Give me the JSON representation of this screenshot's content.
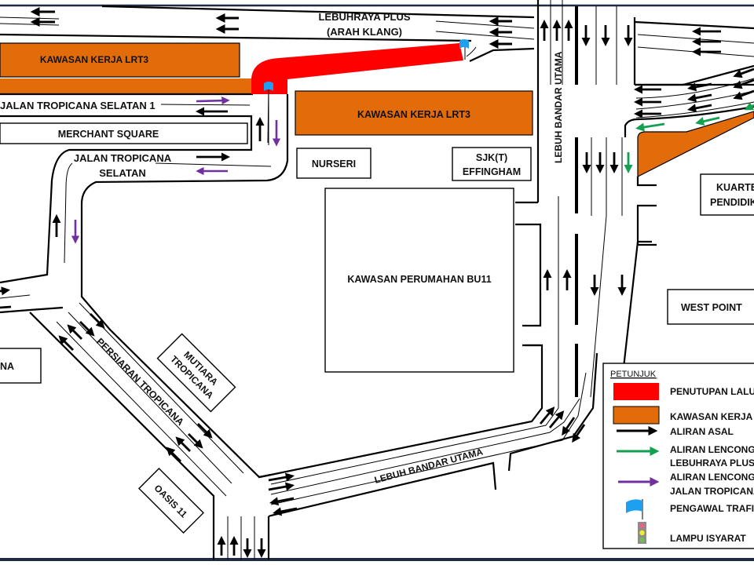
{
  "title": "Pelan Penutupan Laluan - Kawasan Kerja LRT3",
  "colors": {
    "closure": "#FF0000",
    "work_zone": "#E36C0A",
    "original_flow": "#000000",
    "diversion_plus": "#13A050",
    "diversion_tropicana": "#7030A0",
    "traffic_warden_flag": "#1EA0F0",
    "frame": "#1F2A44"
  },
  "roads": {
    "lebuhraya_plus_line1": "LEBUHRAYA PLUS",
    "lebuhraya_plus_line2": "(ARAH KLANG)",
    "jalan_tropicana_selatan_1": "JALAN TROPICANA SELATAN 1",
    "jalan_tropicana_selatan_line1": "JALAN TROPICANA",
    "jalan_tropicana_selatan_line2": "SELATAN",
    "lebuh_bandar_utama_vertical": "LEBUH BANDAR UTAMA",
    "lebuh_bandar_utama_bottom": "LEBUH BANDAR UTAMA",
    "persiaran_tropicana": "PERSIARAN TROPICANA"
  },
  "areas": {
    "work_zone_left": "KAWASAN KERJA LRT3",
    "work_zone_center": "KAWASAN KERJA LRT3",
    "merchant_square": "MERCHANT SQUARE",
    "nurseri": "NURSERI",
    "sjkt_line1": "SJK(T)",
    "sjkt_line2": "EFFINGHAM",
    "perumahan_bu11": "KAWASAN PERUMAHAN  BU11",
    "kuarters_line1": "KUARTERS",
    "kuarters_line2": "PENDIDIKAN",
    "west_point": "WEST POINT",
    "left_partial": "NA",
    "mutiara_line1": "MUTIARA",
    "mutiara_line2": "TROPICANA",
    "oasis": "OASIS 11"
  },
  "legend": {
    "title": "PETUNJUK",
    "items": [
      {
        "key": "closure",
        "icon": "red-box",
        "label": "PENUTUPAN LALUAN"
      },
      {
        "key": "work_zone",
        "icon": "orange-box",
        "label": "KAWASAN KERJA LRT3"
      },
      {
        "key": "original_flow",
        "icon": "black-arrow",
        "label": "ALIRAN ASAL"
      },
      {
        "key": "diversion_plus",
        "icon": "green-arrow",
        "label_line1": "ALIRAN LENCONGAN",
        "label_line2": "LEBUHRAYA PLUS"
      },
      {
        "key": "diversion_tropicana",
        "icon": "purple-arrow",
        "label_line1": "ALIRAN LENCONGAN",
        "label_line2": "JALAN TROPICANA"
      },
      {
        "key": "traffic_warden",
        "icon": "blue-flag",
        "label": "PENGAWAL TRAFIK"
      },
      {
        "key": "traffic_light",
        "icon": "traffic-light",
        "label": "LAMPU ISYARAT"
      }
    ]
  }
}
